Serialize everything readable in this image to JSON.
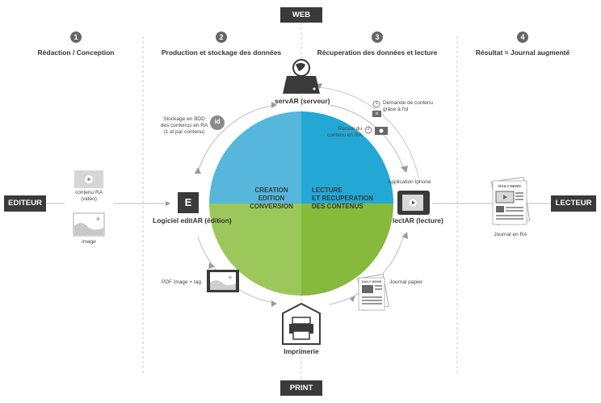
{
  "top_label": "WEB",
  "bottom_label": "PRINT",
  "left_label": "EDITEUR",
  "right_label": "LECTEUR",
  "steps": [
    {
      "num": "1",
      "title": "Rédaction / Conception"
    },
    {
      "num": "2",
      "title": "Production et stockage des données"
    },
    {
      "num": "3",
      "title": "Récuperation des données et lecture"
    },
    {
      "num": "4",
      "title": "Résultat = Journal augmenté"
    }
  ],
  "circle": {
    "left_text": [
      "CREATION",
      "EDITION",
      "CONVERSION"
    ],
    "right_text": [
      "LECTURE",
      "ET RECUPERATION",
      "DES CONTENUS"
    ],
    "colors": {
      "top_left": "#56b6dc",
      "top_right": "#23a8d6",
      "bottom_left": "#9cc85b",
      "bottom_right": "#86b93c"
    }
  },
  "nodes": {
    "server": "servAR (serveur)",
    "editor": "Logiciel editAR (édition)",
    "editor_icon": "E",
    "reader": "lectAR (lecture)",
    "printer": "Imprimerie"
  },
  "annotations": {
    "storage": [
      "Stockage en BDD",
      "des contenus en RA",
      "(1 id par contenu)"
    ],
    "id_badge": "id",
    "request_num": "1",
    "request": [
      "Demande de contenu",
      "grâce à l'id"
    ],
    "return_num": "2",
    "return": [
      "Renvoi du",
      "contenu en RA"
    ],
    "app": "Application Iphone",
    "pdf": "PDF image + tag",
    "paper": "Journal papier",
    "video": [
      "contenu RA",
      "(vidéo)"
    ],
    "image": "image",
    "journal_ra": "Journal en RA",
    "daily_news": "DAILY NEWS"
  }
}
